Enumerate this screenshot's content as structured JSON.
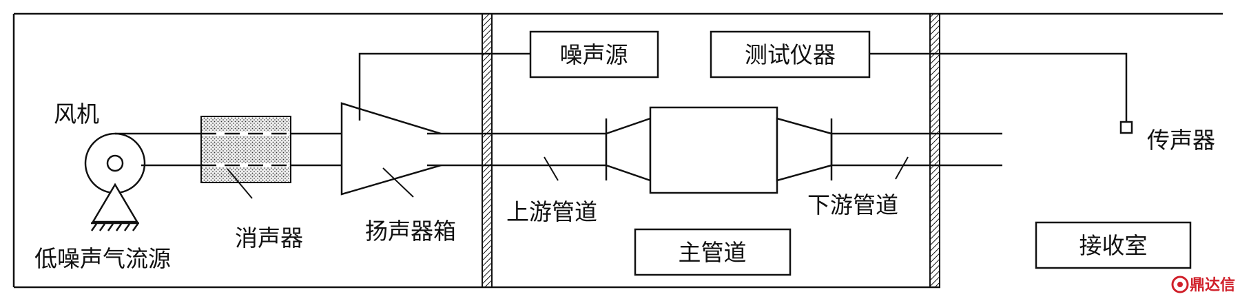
{
  "labels": {
    "fan": "风机",
    "low_noise_source": "低噪声气流源",
    "muffler": "消声器",
    "speaker_box": "扬声器箱",
    "upstream_duct": "上游管道",
    "downstream_duct": "下游管道",
    "main_duct": "主管道",
    "noise_source": "噪声源",
    "test_instrument": "测试仪器",
    "microphone": "传声器",
    "receiving_room": "接收室"
  },
  "watermark": {
    "text": "鼎达信"
  },
  "colors": {
    "line": "#111111",
    "background": "#ffffff",
    "watermark": "#d0202a"
  }
}
